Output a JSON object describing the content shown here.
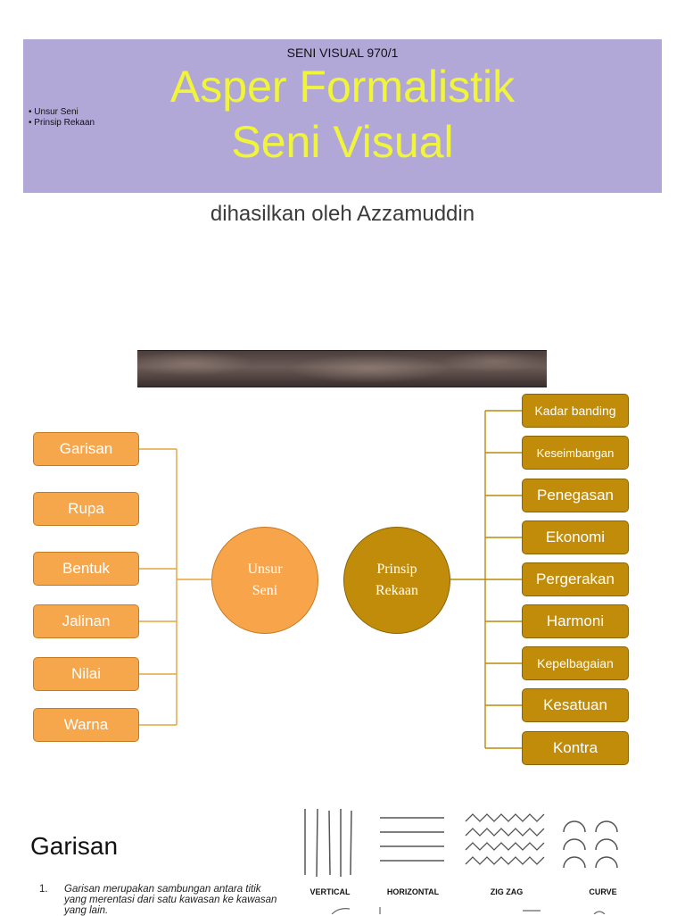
{
  "banner": {
    "course_code": "SENI VISUAL 970/1",
    "title_line1": "Asper Formalistik",
    "title_line2": "Seni Visual",
    "bullets": [
      "• Unsur Seni",
      "• Prinsip Rekaan"
    ]
  },
  "subtitle": "dihasilkan oleh Azzamuddin",
  "diagram": {
    "left_center": [
      "Unsur",
      "Seni"
    ],
    "right_center": [
      "Prinsip",
      "Rekaan"
    ],
    "left_items": [
      "Garisan",
      "Rupa",
      "Bentuk",
      "Jalinan",
      "Nilai",
      "Warna"
    ],
    "right_items": [
      "Kadar banding",
      "Keseimbangan",
      "Penegasan",
      "Ekonomi",
      "Pergerakan",
      "Harmoni",
      "Kepelbagaian",
      "Kesatuan",
      "Kontra"
    ]
  },
  "section": {
    "title": "Garisan",
    "item_number": "1.",
    "item_text": "Garisan merupakan sambungan antara titik yang merentasi dari satu kawasan ke kawasan yang lain."
  },
  "line_types": {
    "vertical": "VERTICAL",
    "horizontal": "HORIZONTAL",
    "zigzag": "ZIG ZAG",
    "curve": "CURVE"
  }
}
